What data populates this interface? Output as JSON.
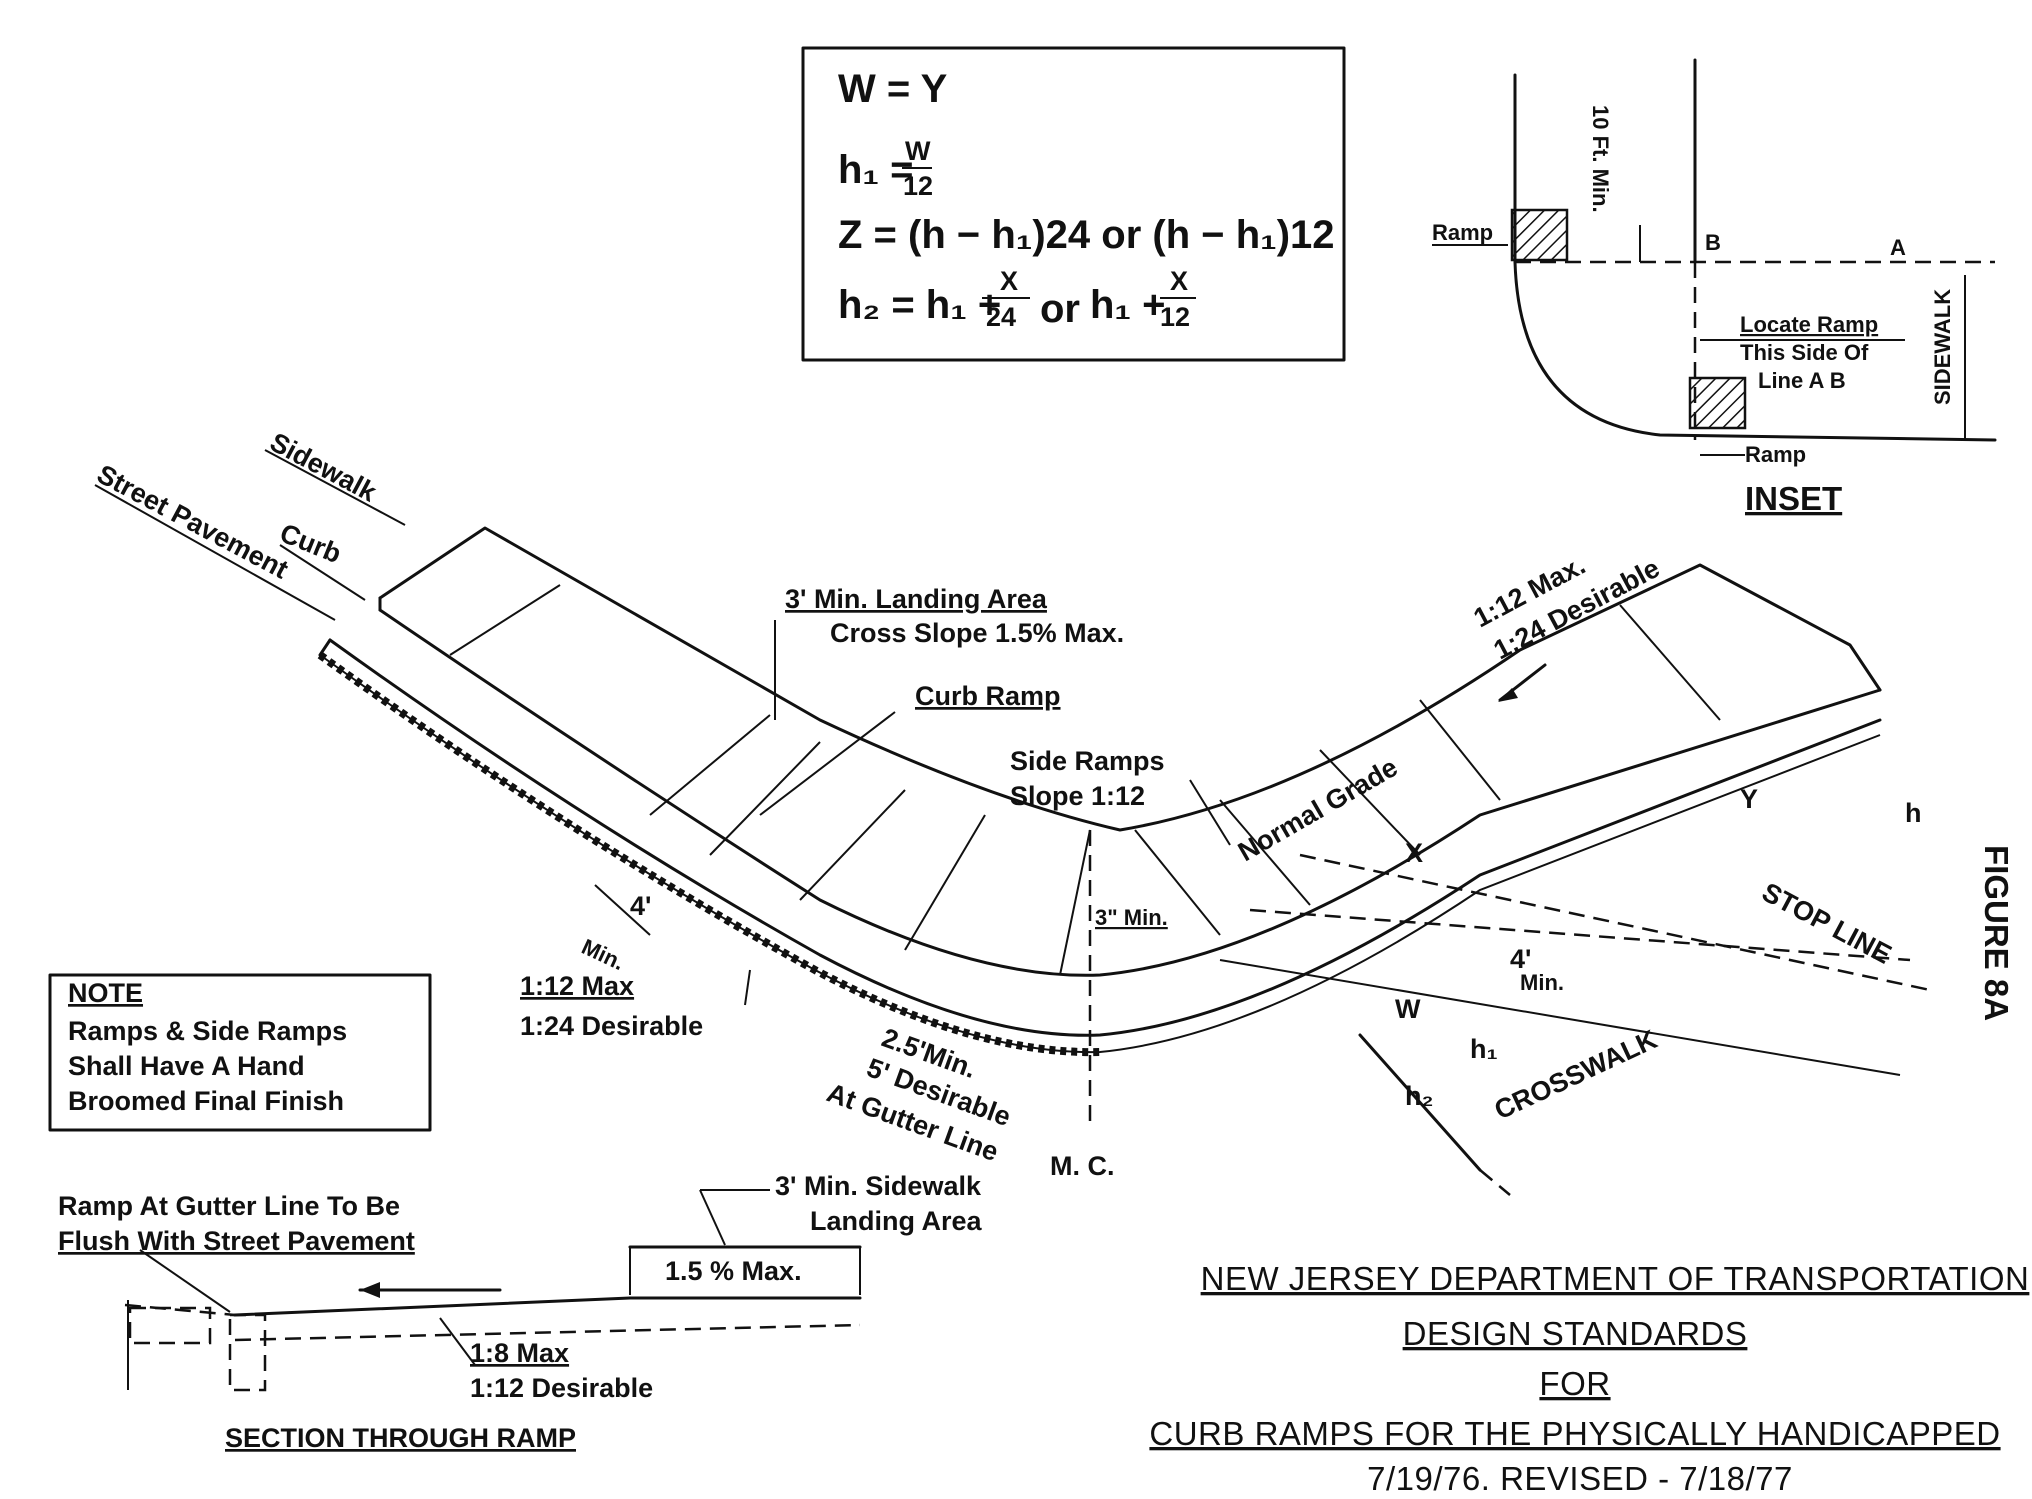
{
  "formula": {
    "line1": "W = Y",
    "line2_left": "h₁ =",
    "line2_num": "W",
    "line2_den": "12",
    "line3": "Z = (h − h₁)24 or (h − h₁)12",
    "line4_left": "h₂ = h₁ +",
    "line4_num1": "X",
    "line4_den1": "24",
    "line4_or": "or",
    "line4_mid": "h₁ +",
    "line4_num2": "X",
    "line4_den2": "12"
  },
  "inset": {
    "title": "INSET",
    "ramp_left": "Ramp",
    "ramp_bottom": "Ramp",
    "vertical_text": "10 Ft. Min.",
    "note_line1": "Locate Ramp",
    "note_line2": "This Side Of",
    "note_line3": "Line A B",
    "sidewalk": "SIDEWALK",
    "point_b": "B",
    "point_a": "A"
  },
  "labels": {
    "sidewalk": "Sidewalk",
    "street_pavement": "Street Pavement",
    "curb": "Curb",
    "landing_line1": "3' Min. Landing Area",
    "landing_line2": "Cross Slope 1.5% Max.",
    "curb_ramp": "Curb Ramp",
    "side_ramps_line1": "Side Ramps",
    "side_ramps_line2": "Slope 1:12",
    "normal_grade": "Normal Grade",
    "slope_right_line1": "1:12 Max.",
    "slope_right_line2": "1:24 Desirable",
    "four_ft_left": "4'",
    "min_left": "Min.",
    "three_min": "3\" Min.",
    "slope_left_line1": "1:12 Max",
    "slope_left_line2": "1:24 Desirable",
    "gutter_line1": "2.5'Min.",
    "gutter_line2": "5' Desirable",
    "gutter_line3": "At Gutter Line",
    "mc": "M. C.",
    "four_ft_right": "4'",
    "min_right": "Min.",
    "w_label": "W",
    "x_label": "X",
    "y_label": "Y",
    "h_label": "h",
    "h1_label": "h₁",
    "h2_label": "h₂",
    "stop_line": "STOP LINE",
    "crosswalk": "CROSSWALK",
    "figure": "FIGURE 8A"
  },
  "note": {
    "heading": "NOTE",
    "line1": "Ramps & Side Ramps",
    "line2": "Shall Have A Hand",
    "line3": "Broomed Final Finish"
  },
  "section": {
    "flush_line1": "Ramp At Gutter Line To Be",
    "flush_line2": "Flush With Street Pavement",
    "landing_line1": "3' Min. Sidewalk",
    "landing_line2": "Landing Area",
    "slope_max": "1.5 % Max.",
    "ramp_line1": "1:8 Max",
    "ramp_line2": "1:12 Desirable",
    "title": "SECTION THROUGH RAMP"
  },
  "title_block": {
    "line1": "NEW JERSEY DEPARTMENT OF TRANSPORTATION",
    "line2": "DESIGN STANDARDS",
    "line3": "FOR",
    "line4": "CURB RAMPS FOR THE PHYSICALLY HANDICAPPED",
    "line5": "7/19/76. REVISED - 7/18/77"
  }
}
